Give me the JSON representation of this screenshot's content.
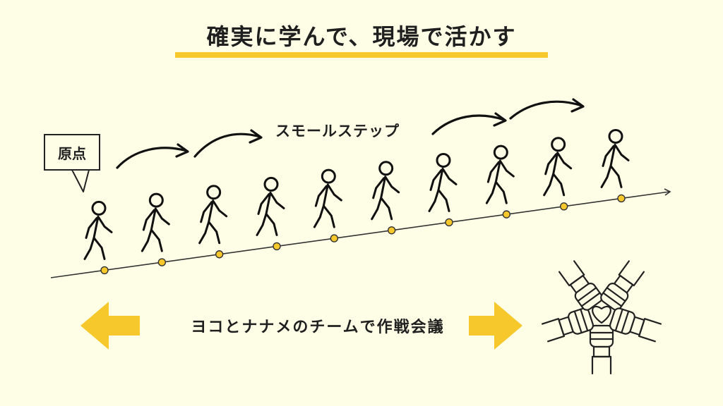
{
  "title": "確実に学んで、現場で活かす",
  "origin_label": "原点",
  "step_label": "スモールステップ",
  "team_label": "ヨコとナナメのチームで作戦会議",
  "colors": {
    "background": "#fefee6",
    "accent": "#f6c82b",
    "ink": "#222222"
  },
  "icons": [
    "walking-person-icon",
    "curved-arrow-icon",
    "double-arrow-icon",
    "team-hands-heart-icon"
  ],
  "walkers_count": 10
}
